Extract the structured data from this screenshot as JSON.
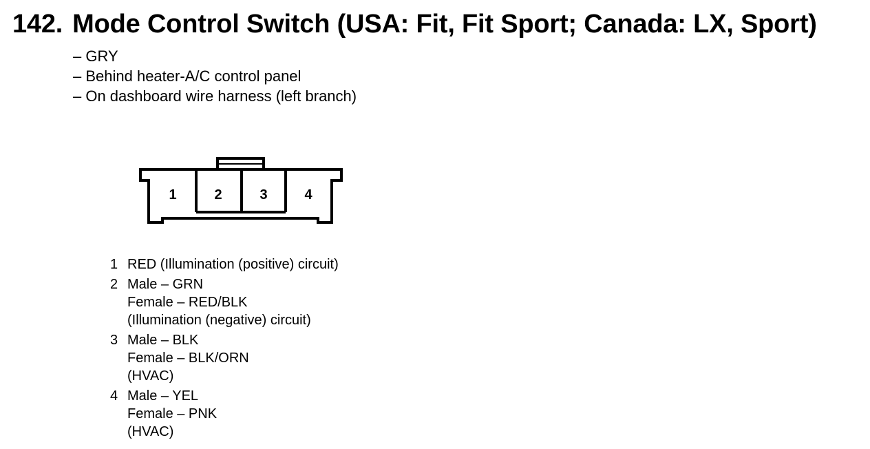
{
  "header": {
    "number": "142.",
    "title": "Mode Control Switch (USA: Fit, Fit Sport; Canada: LX, Sport)"
  },
  "details": [
    "– GRY",
    "– Behind heater-A/C control panel",
    "– On dashboard wire harness (left branch)"
  ],
  "connector": {
    "cavities": [
      "1",
      "2",
      "3",
      "4"
    ]
  },
  "pins": [
    {
      "number": "1",
      "lines": [
        "RED (Illumination (positive) circuit)"
      ]
    },
    {
      "number": "2",
      "lines": [
        "Male – GRN",
        "Female – RED/BLK",
        "(Illumination (negative) circuit)"
      ]
    },
    {
      "number": "3",
      "lines": [
        "Male – BLK",
        "Female – BLK/ORN",
        "(HVAC)"
      ]
    },
    {
      "number": "4",
      "lines": [
        "Male – YEL",
        "Female – PNK",
        "(HVAC)"
      ]
    }
  ]
}
